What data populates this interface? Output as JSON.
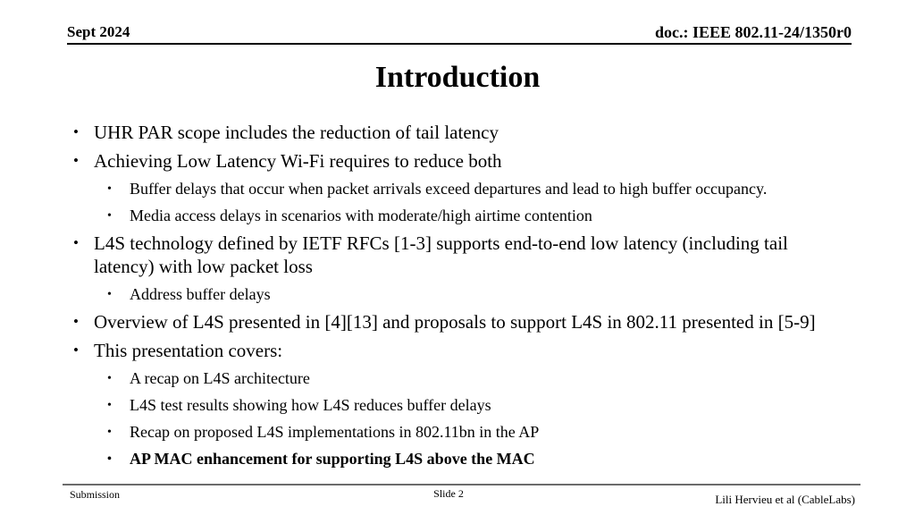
{
  "header": {
    "date": "Sept 2024",
    "doc_number": "doc.: IEEE 802.11-24/1350r0"
  },
  "title": "Introduction",
  "bullet_char": "•",
  "bullets": [
    {
      "level": 1,
      "bold": false,
      "text": "UHR PAR scope includes the reduction of tail latency"
    },
    {
      "level": 1,
      "bold": false,
      "text": "Achieving Low Latency Wi-Fi requires to reduce both"
    },
    {
      "level": 2,
      "bold": false,
      "text": "Buffer delays that occur when packet arrivals exceed departures and lead to high buffer occupancy."
    },
    {
      "level": 2,
      "bold": false,
      "text": "Media access delays in scenarios with moderate/high airtime contention"
    },
    {
      "level": 1,
      "bold": false,
      "text": "L4S technology defined by IETF RFCs [1-3] supports end-to-end low latency (including tail latency) with low packet loss"
    },
    {
      "level": 2,
      "bold": false,
      "text": "Address buffer delays"
    },
    {
      "level": 1,
      "bold": false,
      "text": "Overview of L4S presented in [4][13] and proposals to support L4S in 802.11 presented in [5-9]"
    },
    {
      "level": 1,
      "bold": false,
      "text": "This presentation covers:"
    },
    {
      "level": 2,
      "bold": false,
      "text": "A recap on L4S architecture"
    },
    {
      "level": 2,
      "bold": false,
      "text": "L4S test results showing how L4S reduces buffer delays"
    },
    {
      "level": 2,
      "bold": false,
      "text": "Recap on proposed L4S implementations in 802.11bn in the AP"
    },
    {
      "level": 2,
      "bold": true,
      "text": "AP MAC enhancement for supporting L4S above the MAC"
    }
  ],
  "footer": {
    "left": "Submission",
    "center": "Slide 2",
    "right": "Lili Hervieu et al (CableLabs)"
  },
  "colors": {
    "background": "#ffffff",
    "text": "#000000",
    "footer_rule": "#6b6b6b"
  }
}
